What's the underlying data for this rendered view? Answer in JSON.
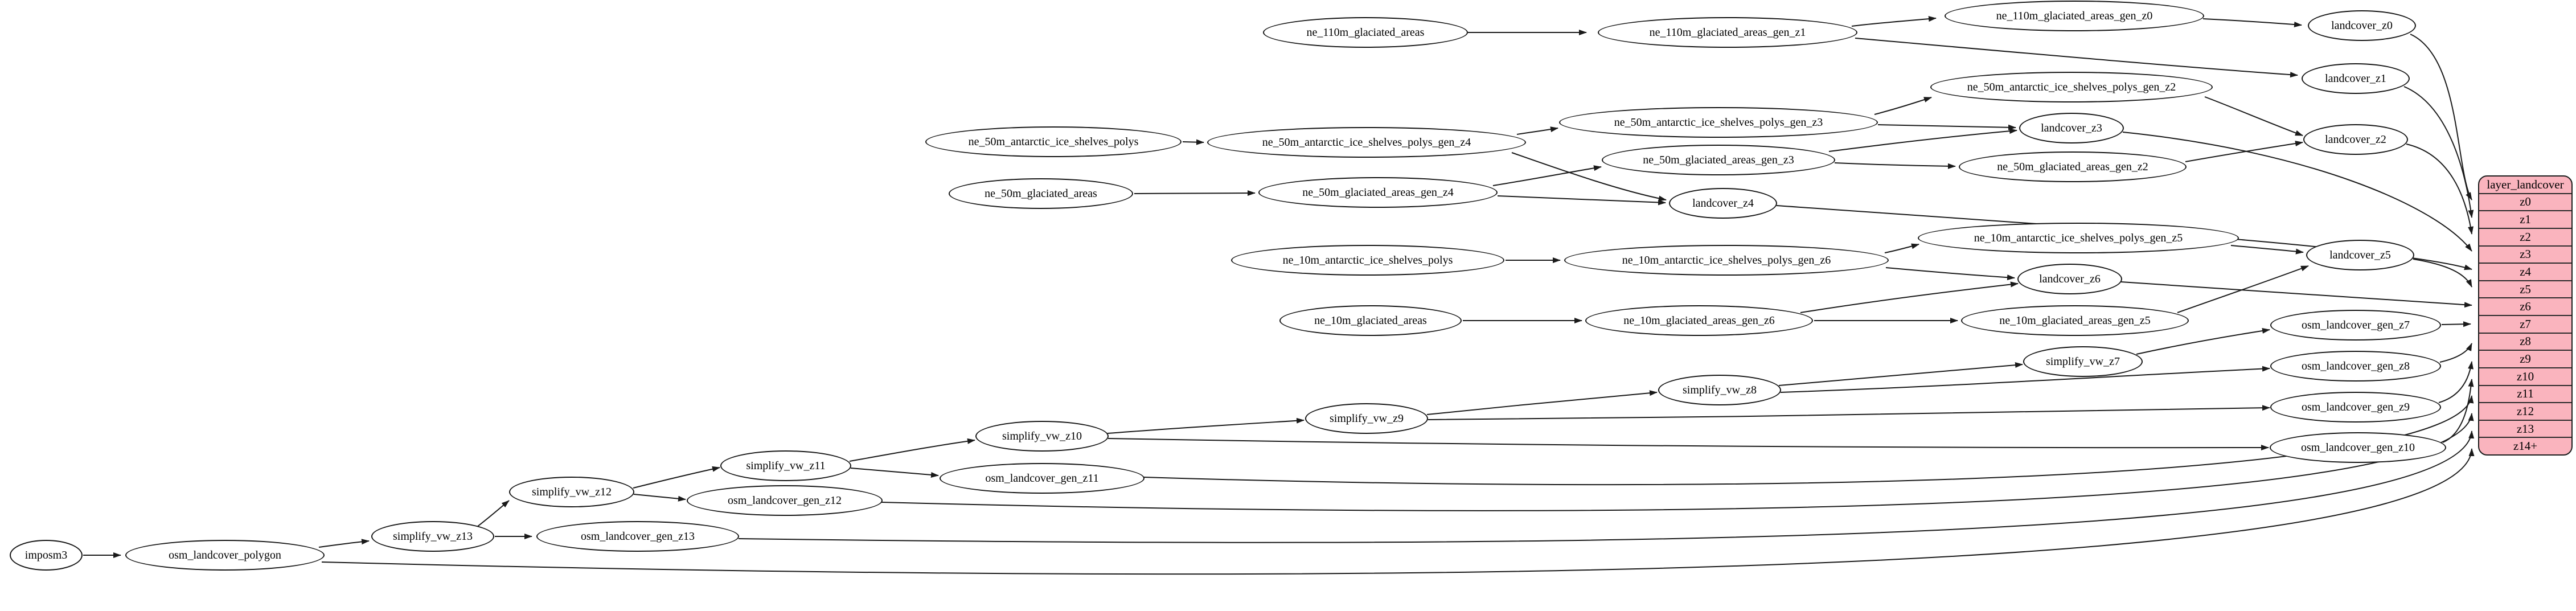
{
  "colors": {
    "table_fill": "#FAB4BE",
    "node_fill": "#FFFFFF",
    "edge_stroke": "#1A1A1A",
    "text": "#000000"
  },
  "table": {
    "title": "layer_landcover",
    "rows": [
      "z0",
      "z1",
      "z2",
      "z3",
      "z4",
      "z5",
      "z6",
      "z7",
      "z8",
      "z9",
      "z10",
      "z11",
      "z12",
      "z13",
      "z14+"
    ]
  },
  "nodes": [
    {
      "id": "ne_110m_glaciated_areas",
      "label": "ne_110m_glaciated_areas"
    },
    {
      "id": "ne_110m_glaciated_areas_gen_z1",
      "label": "ne_110m_glaciated_areas_gen_z1"
    },
    {
      "id": "ne_110m_glaciated_areas_gen_z0",
      "label": "ne_110m_glaciated_areas_gen_z0"
    },
    {
      "id": "landcover_z0",
      "label": "landcover_z0"
    },
    {
      "id": "landcover_z1",
      "label": "landcover_z1"
    },
    {
      "id": "ne_50m_antarctic_ice_shelves_polys_gen_z2",
      "label": "ne_50m_antarctic_ice_shelves_polys_gen_z2"
    },
    {
      "id": "ne_50m_antarctic_ice_shelves_polys",
      "label": "ne_50m_antarctic_ice_shelves_polys"
    },
    {
      "id": "ne_50m_antarctic_ice_shelves_polys_gen_z4",
      "label": "ne_50m_antarctic_ice_shelves_polys_gen_z4"
    },
    {
      "id": "ne_50m_antarctic_ice_shelves_polys_gen_z3",
      "label": "ne_50m_antarctic_ice_shelves_polys_gen_z3"
    },
    {
      "id": "landcover_z3",
      "label": "landcover_z3"
    },
    {
      "id": "landcover_z2",
      "label": "landcover_z2"
    },
    {
      "id": "ne_50m_glaciated_areas_gen_z3",
      "label": "ne_50m_glaciated_areas_gen_z3"
    },
    {
      "id": "ne_50m_glaciated_areas_gen_z2",
      "label": "ne_50m_glaciated_areas_gen_z2"
    },
    {
      "id": "ne_50m_glaciated_areas",
      "label": "ne_50m_glaciated_areas"
    },
    {
      "id": "ne_50m_glaciated_areas_gen_z4",
      "label": "ne_50m_glaciated_areas_gen_z4"
    },
    {
      "id": "landcover_z4",
      "label": "landcover_z4"
    },
    {
      "id": "ne_10m_antarctic_ice_shelves_polys_gen_z5",
      "label": "ne_10m_antarctic_ice_shelves_polys_gen_z5"
    },
    {
      "id": "landcover_z5",
      "label": "landcover_z5"
    },
    {
      "id": "ne_10m_antarctic_ice_shelves_polys",
      "label": "ne_10m_antarctic_ice_shelves_polys"
    },
    {
      "id": "ne_10m_antarctic_ice_shelves_polys_gen_z6",
      "label": "ne_10m_antarctic_ice_shelves_polys_gen_z6"
    },
    {
      "id": "landcover_z6",
      "label": "landcover_z6"
    },
    {
      "id": "ne_10m_glaciated_areas",
      "label": "ne_10m_glaciated_areas"
    },
    {
      "id": "ne_10m_glaciated_areas_gen_z6",
      "label": "ne_10m_glaciated_areas_gen_z6"
    },
    {
      "id": "ne_10m_glaciated_areas_gen_z5",
      "label": "ne_10m_glaciated_areas_gen_z5"
    },
    {
      "id": "osm_landcover_gen_z7",
      "label": "osm_landcover_gen_z7"
    },
    {
      "id": "simplify_vw_z7",
      "label": "simplify_vw_z7"
    },
    {
      "id": "osm_landcover_gen_z8",
      "label": "osm_landcover_gen_z8"
    },
    {
      "id": "simplify_vw_z8",
      "label": "simplify_vw_z8"
    },
    {
      "id": "osm_landcover_gen_z9",
      "label": "osm_landcover_gen_z9"
    },
    {
      "id": "simplify_vw_z9",
      "label": "simplify_vw_z9"
    },
    {
      "id": "simplify_vw_z10",
      "label": "simplify_vw_z10"
    },
    {
      "id": "osm_landcover_gen_z10",
      "label": "osm_landcover_gen_z10"
    },
    {
      "id": "simplify_vw_z11",
      "label": "simplify_vw_z11"
    },
    {
      "id": "osm_landcover_gen_z11",
      "label": "osm_landcover_gen_z11"
    },
    {
      "id": "simplify_vw_z12",
      "label": "simplify_vw_z12"
    },
    {
      "id": "osm_landcover_gen_z12",
      "label": "osm_landcover_gen_z12"
    },
    {
      "id": "simplify_vw_z13",
      "label": "simplify_vw_z13"
    },
    {
      "id": "osm_landcover_gen_z13",
      "label": "osm_landcover_gen_z13"
    },
    {
      "id": "imposm3",
      "label": "imposm3"
    },
    {
      "id": "osm_landcover_polygon",
      "label": "osm_landcover_polygon"
    }
  ],
  "edges": [
    {
      "from": "ne_110m_glaciated_areas",
      "to": "ne_110m_glaciated_areas_gen_z1"
    },
    {
      "from": "ne_110m_glaciated_areas_gen_z1",
      "to": "ne_110m_glaciated_areas_gen_z0"
    },
    {
      "from": "ne_110m_glaciated_areas_gen_z1",
      "to": "landcover_z1"
    },
    {
      "from": "ne_110m_glaciated_areas_gen_z0",
      "to": "landcover_z0"
    },
    {
      "from": "landcover_z0",
      "to": "layer_landcover.z0"
    },
    {
      "from": "landcover_z1",
      "to": "layer_landcover.z1"
    },
    {
      "from": "ne_50m_antarctic_ice_shelves_polys",
      "to": "ne_50m_antarctic_ice_shelves_polys_gen_z4"
    },
    {
      "from": "ne_50m_antarctic_ice_shelves_polys_gen_z4",
      "to": "ne_50m_antarctic_ice_shelves_polys_gen_z3"
    },
    {
      "from": "ne_50m_antarctic_ice_shelves_polys_gen_z4",
      "to": "landcover_z4"
    },
    {
      "from": "ne_50m_antarctic_ice_shelves_polys_gen_z3",
      "to": "ne_50m_antarctic_ice_shelves_polys_gen_z2"
    },
    {
      "from": "ne_50m_antarctic_ice_shelves_polys_gen_z3",
      "to": "landcover_z3"
    },
    {
      "from": "ne_50m_antarctic_ice_shelves_polys_gen_z2",
      "to": "landcover_z2"
    },
    {
      "from": "ne_50m_glaciated_areas",
      "to": "ne_50m_glaciated_areas_gen_z4"
    },
    {
      "from": "ne_50m_glaciated_areas_gen_z4",
      "to": "ne_50m_glaciated_areas_gen_z3"
    },
    {
      "from": "ne_50m_glaciated_areas_gen_z4",
      "to": "landcover_z4"
    },
    {
      "from": "ne_50m_glaciated_areas_gen_z3",
      "to": "ne_50m_glaciated_areas_gen_z2"
    },
    {
      "from": "ne_50m_glaciated_areas_gen_z3",
      "to": "landcover_z3"
    },
    {
      "from": "ne_50m_glaciated_areas_gen_z2",
      "to": "landcover_z2"
    },
    {
      "from": "landcover_z2",
      "to": "layer_landcover.z2"
    },
    {
      "from": "landcover_z3",
      "to": "layer_landcover.z3"
    },
    {
      "from": "landcover_z4",
      "to": "layer_landcover.z4"
    },
    {
      "from": "ne_10m_antarctic_ice_shelves_polys",
      "to": "ne_10m_antarctic_ice_shelves_polys_gen_z6"
    },
    {
      "from": "ne_10m_antarctic_ice_shelves_polys_gen_z6",
      "to": "ne_10m_antarctic_ice_shelves_polys_gen_z5"
    },
    {
      "from": "ne_10m_antarctic_ice_shelves_polys_gen_z6",
      "to": "landcover_z6"
    },
    {
      "from": "ne_10m_antarctic_ice_shelves_polys_gen_z5",
      "to": "landcover_z5"
    },
    {
      "from": "ne_10m_glaciated_areas",
      "to": "ne_10m_glaciated_areas_gen_z6"
    },
    {
      "from": "ne_10m_glaciated_areas_gen_z6",
      "to": "ne_10m_glaciated_areas_gen_z5"
    },
    {
      "from": "ne_10m_glaciated_areas_gen_z6",
      "to": "landcover_z6"
    },
    {
      "from": "ne_10m_glaciated_areas_gen_z5",
      "to": "landcover_z5"
    },
    {
      "from": "landcover_z5",
      "to": "layer_landcover.z5"
    },
    {
      "from": "landcover_z6",
      "to": "layer_landcover.z6"
    },
    {
      "from": "simplify_vw_z7",
      "to": "osm_landcover_gen_z7"
    },
    {
      "from": "osm_landcover_gen_z7",
      "to": "layer_landcover.z7"
    },
    {
      "from": "simplify_vw_z8",
      "to": "simplify_vw_z7"
    },
    {
      "from": "simplify_vw_z8",
      "to": "osm_landcover_gen_z8"
    },
    {
      "from": "osm_landcover_gen_z8",
      "to": "layer_landcover.z8"
    },
    {
      "from": "simplify_vw_z9",
      "to": "simplify_vw_z8"
    },
    {
      "from": "simplify_vw_z9",
      "to": "osm_landcover_gen_z9"
    },
    {
      "from": "osm_landcover_gen_z9",
      "to": "layer_landcover.z9"
    },
    {
      "from": "simplify_vw_z10",
      "to": "simplify_vw_z9"
    },
    {
      "from": "simplify_vw_z10",
      "to": "osm_landcover_gen_z10"
    },
    {
      "from": "osm_landcover_gen_z10",
      "to": "layer_landcover.z10"
    },
    {
      "from": "simplify_vw_z11",
      "to": "simplify_vw_z10"
    },
    {
      "from": "simplify_vw_z11",
      "to": "osm_landcover_gen_z11"
    },
    {
      "from": "osm_landcover_gen_z11",
      "to": "layer_landcover.z11"
    },
    {
      "from": "simplify_vw_z12",
      "to": "simplify_vw_z11"
    },
    {
      "from": "simplify_vw_z12",
      "to": "osm_landcover_gen_z12"
    },
    {
      "from": "osm_landcover_gen_z12",
      "to": "layer_landcover.z12"
    },
    {
      "from": "simplify_vw_z13",
      "to": "simplify_vw_z12"
    },
    {
      "from": "simplify_vw_z13",
      "to": "osm_landcover_gen_z13"
    },
    {
      "from": "osm_landcover_gen_z13",
      "to": "layer_landcover.z13"
    },
    {
      "from": "imposm3",
      "to": "osm_landcover_polygon"
    },
    {
      "from": "osm_landcover_polygon",
      "to": "simplify_vw_z13"
    },
    {
      "from": "osm_landcover_polygon",
      "to": "layer_landcover.z14+"
    }
  ]
}
